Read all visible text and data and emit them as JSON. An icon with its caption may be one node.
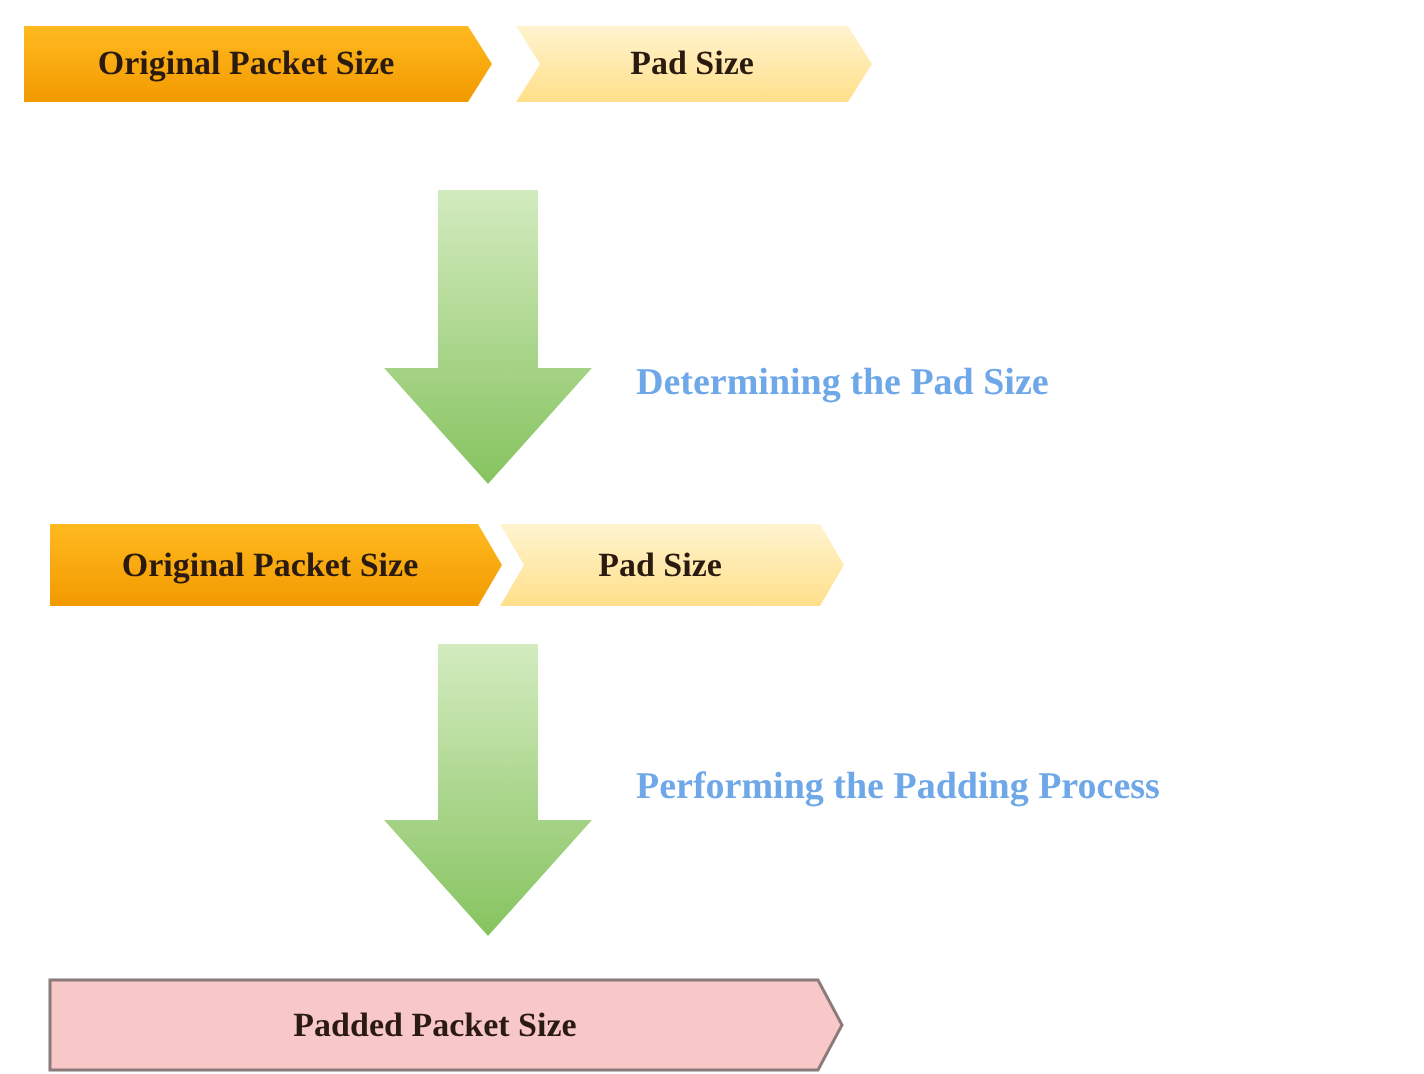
{
  "diagram": {
    "nodes": [
      {
        "text": [
          "Original Packet Size"
        ]
      },
      {
        "text": [
          "Pad Size"
        ]
      },
      {
        "text": [
          "Original Packet Size"
        ]
      },
      {
        "text": [
          "Pad Size"
        ]
      },
      {
        "text": [
          "Padded Packet Size"
        ]
      }
    ],
    "edges": [
      {
        "from": 0,
        "to": 2,
        "arrow": "to",
        "label": "Determining the Pad Size"
      },
      {
        "from": 2,
        "to": 4,
        "arrow": "to",
        "label": "Performing the Padding Process"
      }
    ]
  }
}
